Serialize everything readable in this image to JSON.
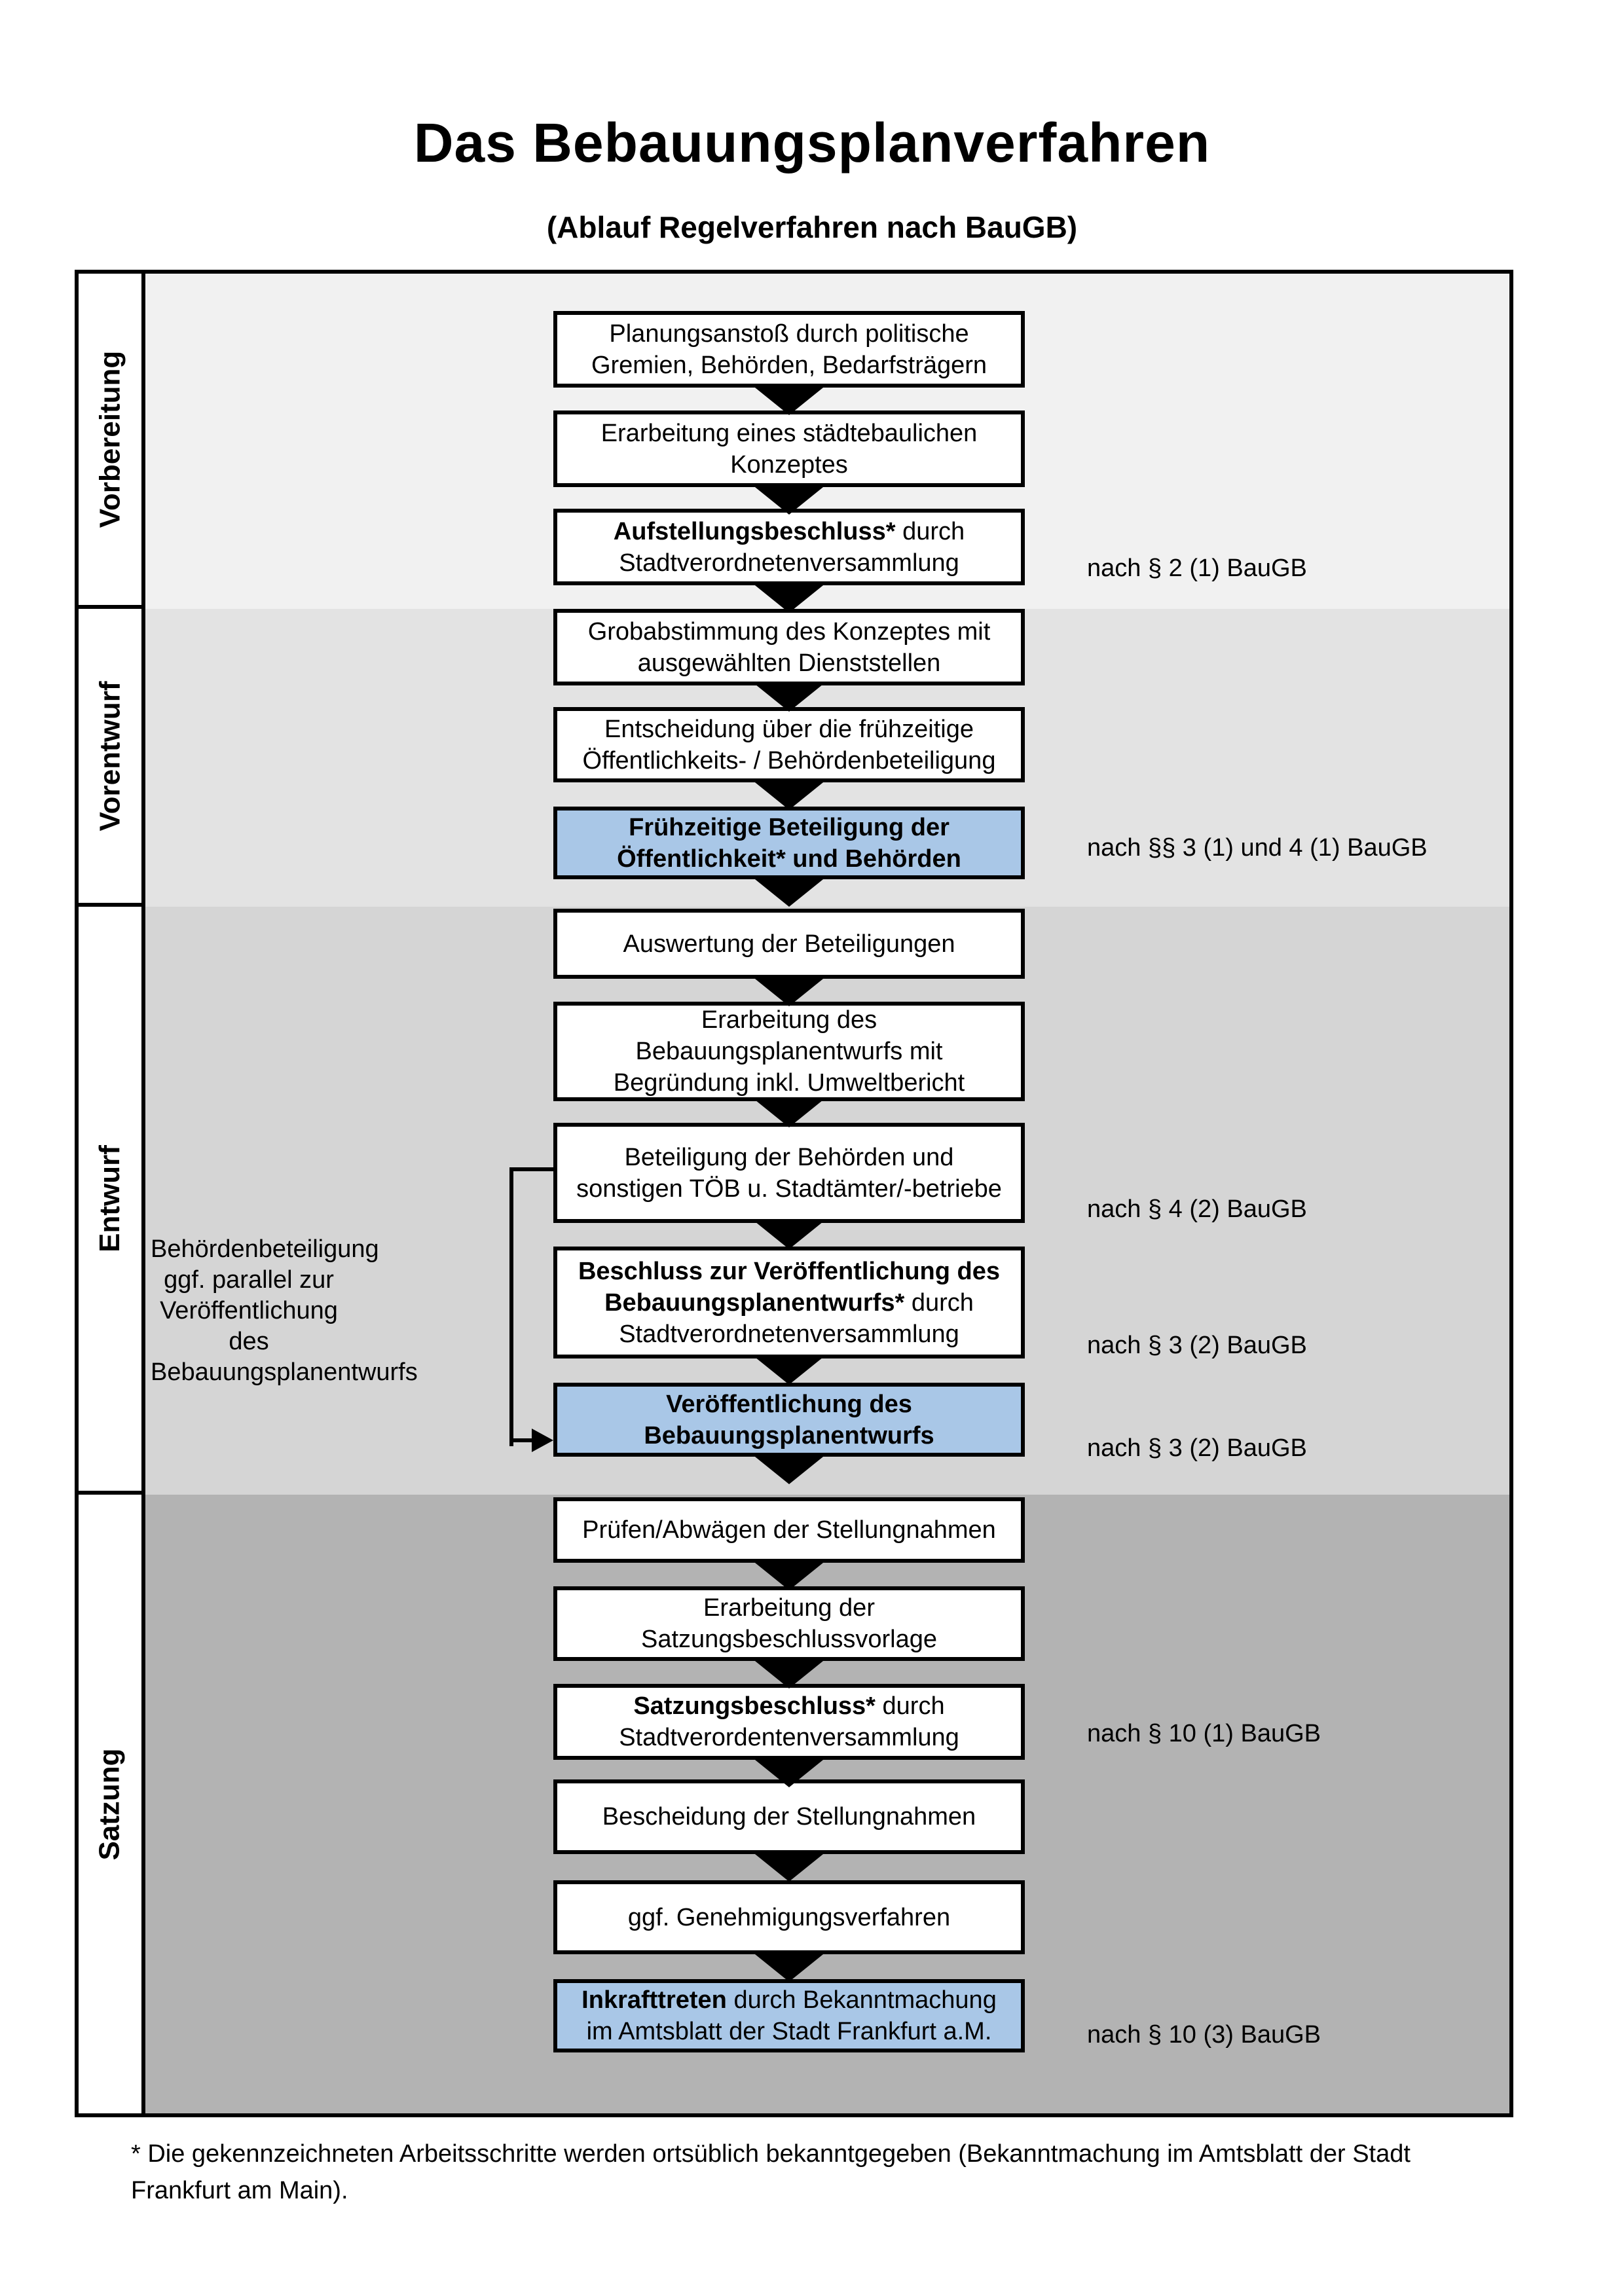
{
  "title": "Das Bebauungsplanverfahren",
  "subtitle": "(Ablauf Regelverfahren nach BauGB)",
  "phases": [
    {
      "label": "Vorbereitung"
    },
    {
      "label": "Vorentwurf"
    },
    {
      "label": "Entwurf"
    },
    {
      "label": "Satzung"
    }
  ],
  "boxes": [
    {
      "highlighted": false,
      "lines": [
        "Planungsanstoß durch politische",
        "Gremien, Behörden, Bedarfsträgern"
      ]
    },
    {
      "highlighted": false,
      "lines": [
        "Erarbeitung eines städtebaulichen",
        "Konzeptes"
      ]
    },
    {
      "highlighted": false,
      "lines": [
        [
          {
            "t": "Aufstellungsbeschluss*",
            "b": true
          },
          {
            "t": " durch"
          }
        ],
        "Stadtverordnetenversammlung"
      ]
    },
    {
      "highlighted": false,
      "lines": [
        "Grobabstimmung des Konzeptes mit",
        "ausgewählten Dienststellen"
      ]
    },
    {
      "highlighted": false,
      "lines": [
        "Entscheidung über die frühzeitige",
        "Öffentlichkeits- / Behördenbeteiligung"
      ]
    },
    {
      "highlighted": true,
      "lines": [
        [
          {
            "t": "Frühzeitige Beteiligung der",
            "b": true
          }
        ],
        [
          {
            "t": "Öffentlichkeit* und Behörden",
            "b": true
          }
        ]
      ]
    },
    {
      "highlighted": false,
      "lines": [
        "Auswertung der Beteiligungen"
      ]
    },
    {
      "highlighted": false,
      "lines": [
        "Erarbeitung des",
        "Bebauungsplanentwurfs mit",
        "Begründung inkl. Umweltbericht"
      ]
    },
    {
      "highlighted": false,
      "lines": [
        "Beteiligung der Behörden und",
        "sonstigen TÖB u. Stadtämter/-betriebe"
      ]
    },
    {
      "highlighted": false,
      "lines": [
        [
          {
            "t": "Beschluss zur Veröffentlichung des",
            "b": true
          }
        ],
        [
          {
            "t": "Bebauungsplanentwurfs*",
            "b": true
          },
          {
            "t": " durch"
          }
        ],
        "Stadtverordnetenversammlung"
      ]
    },
    {
      "highlighted": true,
      "lines": [
        [
          {
            "t": "Veröffentlichung des",
            "b": true
          }
        ],
        [
          {
            "t": "Bebauungsplanentwurfs",
            "b": true
          }
        ]
      ]
    },
    {
      "highlighted": false,
      "lines": [
        "Prüfen/Abwägen der Stellungnahmen"
      ]
    },
    {
      "highlighted": false,
      "lines": [
        "Erarbeitung der",
        "Satzungsbeschlussvorlage"
      ]
    },
    {
      "highlighted": false,
      "lines": [
        [
          {
            "t": "Satzungsbeschluss*",
            "b": true
          },
          {
            "t": " durch"
          }
        ],
        "Stadtverordentenversammlung"
      ]
    },
    {
      "highlighted": false,
      "lines": [
        "Bescheidung der Stellungnahmen"
      ]
    },
    {
      "highlighted": false,
      "lines": [
        "ggf. Genehmigungsverfahren"
      ]
    },
    {
      "highlighted": true,
      "lines": [
        [
          {
            "t": "Inkrafttreten",
            "b": true
          },
          {
            "t": " durch Bekanntmachung"
          }
        ],
        "im Amtsblatt der Stadt Frankfurt a.M."
      ]
    }
  ],
  "refs": [
    "nach § 2 (1) BauGB",
    "nach §§ 3 (1) und 4 (1) BauGB",
    "nach § 4 (2) BauGB",
    "nach § 3 (2) BauGB",
    "nach § 3 (2) BauGB",
    "nach § 10 (1) BauGB",
    "nach § 10 (3) BauGB"
  ],
  "side_note": {
    "lines": [
      "Behördenbeteiligung",
      "ggf. parallel zur",
      "Veröffentlichung des",
      "Bebauungsplanentwurfs"
    ]
  },
  "footnote": "* Die gekennzeichneten Arbeitsschritte werden ortsüblich bekanntgegeben (Bekanntmachung im Amtsblatt  der Stadt Frankfurt am Main).",
  "colors": {
    "band_vorbereitung": "#f1f1f1",
    "band_vorentwurf": "#e3e3e3",
    "band_entwurf": "#d5d5d5",
    "band_satzung": "#b3b3b3",
    "highlight_blue": "#a9c7e7",
    "border_black": "#000000"
  }
}
